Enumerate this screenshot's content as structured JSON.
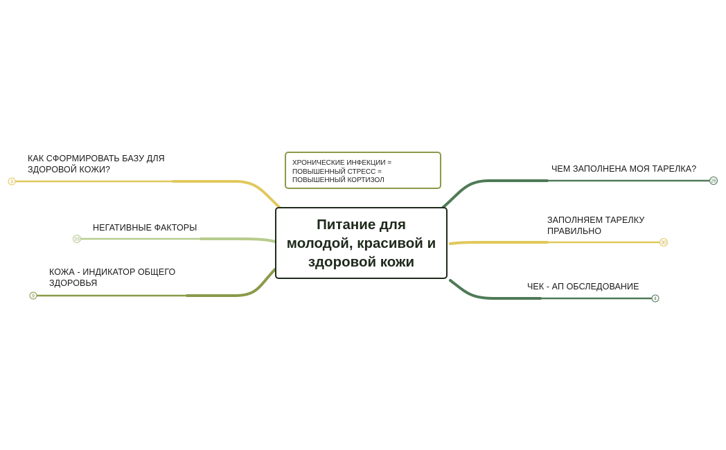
{
  "central": {
    "title": "Питание для молодой, красивой и здоровой кожи"
  },
  "note": {
    "text": "ХРОНИЧЕСКИЕ ИНФЕКЦИИ = ПОВЫШЕННЫЙ СТРЕСС = ПОВЫШЕННЫЙ КОРТИЗОЛ"
  },
  "branches": {
    "left": [
      {
        "label": "КАК СФОРМИРОВАТЬ БАЗУ ДЛЯ ЗДОРОВОЙ КОЖИ?",
        "count": "3",
        "color": "#e0c85a"
      },
      {
        "label": "НЕГАТИВНЫЕ ФАКТОРЫ",
        "count": "33",
        "color": "#b6cc8c"
      },
      {
        "label": "КОЖА - ИНДИКАТОР ОБЩЕГО ЗДОРОВЬЯ",
        "count": "9",
        "color": "#8a9a49"
      }
    ],
    "right": [
      {
        "label": "ЧЕМ ЗАПОЛНЕНА МОЯ ТАРЕЛКА?",
        "count": "26",
        "color": "#4f7a57"
      },
      {
        "label": "ЗАПОЛНЯЕМ ТАРЕЛКУ ПРАВИЛЬНО",
        "count": "30",
        "color": "#e0c85a"
      },
      {
        "label": "ЧЕК - АП ОБСЛЕДОВАНИЕ",
        "count": "4",
        "color": "#4f7a57"
      }
    ]
  }
}
